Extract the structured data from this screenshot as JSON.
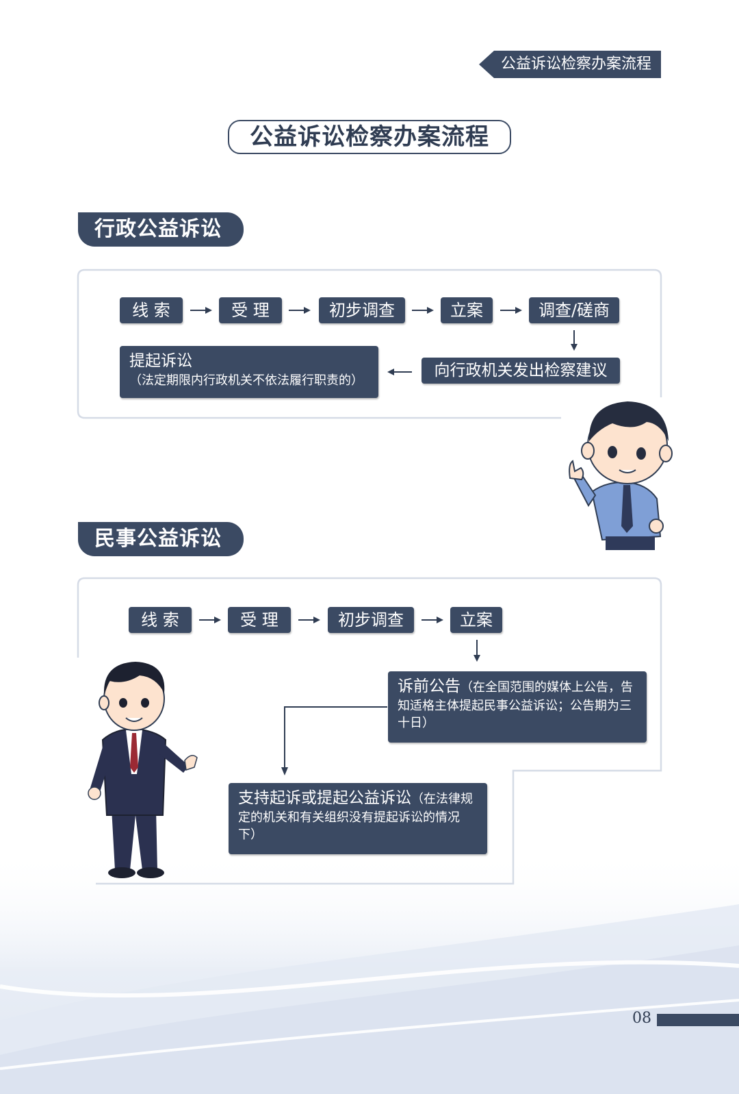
{
  "header": {
    "tab_label": "公益诉讼检察办案流程"
  },
  "main_title": "公益诉讼检察办案流程",
  "administrative": {
    "title": "行政公益诉讼",
    "steps": [
      "线 索",
      "受 理",
      "初步调查",
      "立案",
      "调查/磋商"
    ],
    "recommendation": "向行政机关发出检察建议",
    "lawsuit_title": "提起诉讼",
    "lawsuit_note": "（法定期限内行政机关不依法履行职责的）"
  },
  "civil": {
    "title": "民事公益诉讼",
    "steps": [
      "线 索",
      "受 理",
      "初步调查",
      "立案"
    ],
    "announcement_title": "诉前公告",
    "announcement_note": "（在全国范围的媒体上公告，告知适格主体提起民事公益诉讼；公告期为三十日）",
    "support_title": "支持起诉或提起公益诉讼",
    "support_note": "（在法律规定的机关和有关组织没有提起诉讼的情况下）"
  },
  "page_number": "08",
  "colors": {
    "primary": "#3b4a63",
    "frame": "#d5dbe6",
    "background_wave": "#e3e9f3"
  }
}
